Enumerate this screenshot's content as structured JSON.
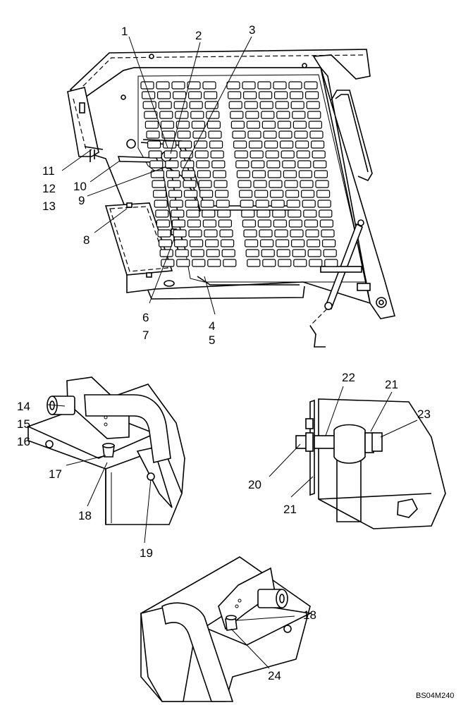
{
  "figure_code": "BS04M240",
  "callouts": [
    {
      "id": "c1",
      "text": "1"
    },
    {
      "id": "c2",
      "text": "2"
    },
    {
      "id": "c3",
      "text": "3"
    },
    {
      "id": "c4",
      "text": "4"
    },
    {
      "id": "c5",
      "text": "5"
    },
    {
      "id": "c6",
      "text": "6"
    },
    {
      "id": "c7",
      "text": "7"
    },
    {
      "id": "c8",
      "text": "8"
    },
    {
      "id": "c9",
      "text": "9"
    },
    {
      "id": "c10",
      "text": "10"
    },
    {
      "id": "c11",
      "text": "11"
    },
    {
      "id": "c12",
      "text": "12"
    },
    {
      "id": "c13",
      "text": "13"
    },
    {
      "id": "c14",
      "text": "14"
    },
    {
      "id": "c15",
      "text": "15"
    },
    {
      "id": "c16",
      "text": "16"
    },
    {
      "id": "c17",
      "text": "17"
    },
    {
      "id": "c18",
      "text": "18"
    },
    {
      "id": "c19",
      "text": "19"
    },
    {
      "id": "c20",
      "text": "20"
    },
    {
      "id": "c21",
      "text": "21"
    },
    {
      "id": "c22",
      "text": "22"
    },
    {
      "id": "c23",
      "text": "23"
    },
    {
      "id": "c18b",
      "text": "18"
    },
    {
      "id": "c21b",
      "text": "21"
    },
    {
      "id": "c24",
      "text": "24"
    }
  ]
}
